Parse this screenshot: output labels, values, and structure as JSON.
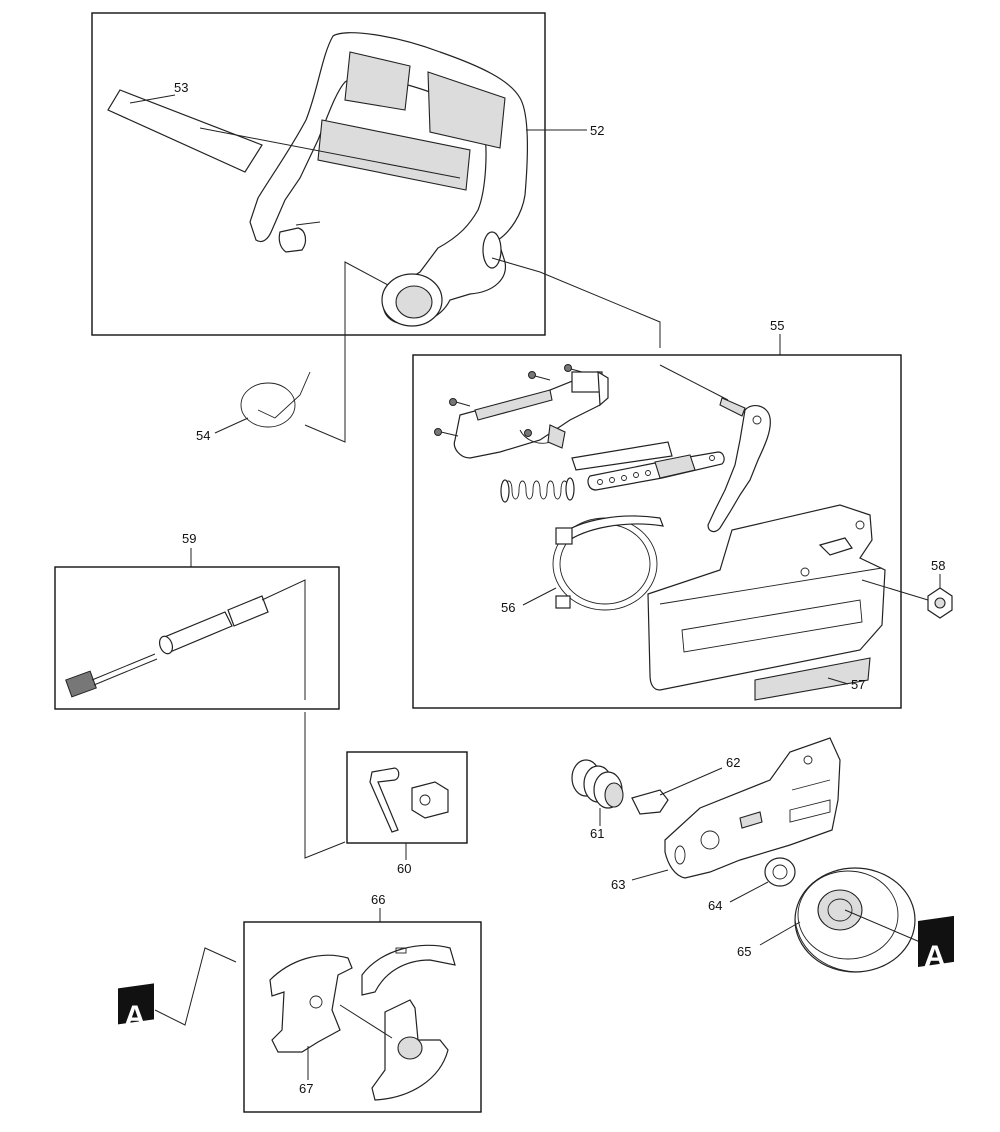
{
  "labels": {
    "p52": "52",
    "p53": "53",
    "p54": "54",
    "p55": "55",
    "p56": "56",
    "p57": "57",
    "p58": "58",
    "p59": "59",
    "p60": "60",
    "p61": "61",
    "p62": "62",
    "p63": "63",
    "p64": "64",
    "p65": "65",
    "p66": "66",
    "p67": "67"
  },
  "ref_markers": {
    "left": "A",
    "right": "A"
  },
  "colors": {
    "line": "#222222",
    "marker_fill": "#111111",
    "background": "#ffffff"
  }
}
